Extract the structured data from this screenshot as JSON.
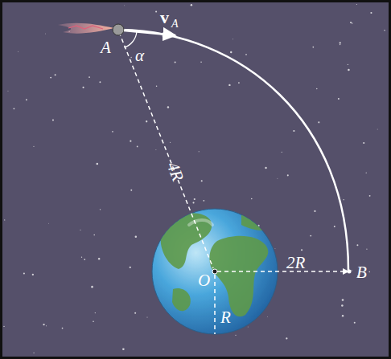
{
  "diagram": {
    "labels": [
      "v",
      "A",
      "A",
      "α",
      "4R",
      "O",
      "R",
      "2R",
      "B"
    ]
  }
}
